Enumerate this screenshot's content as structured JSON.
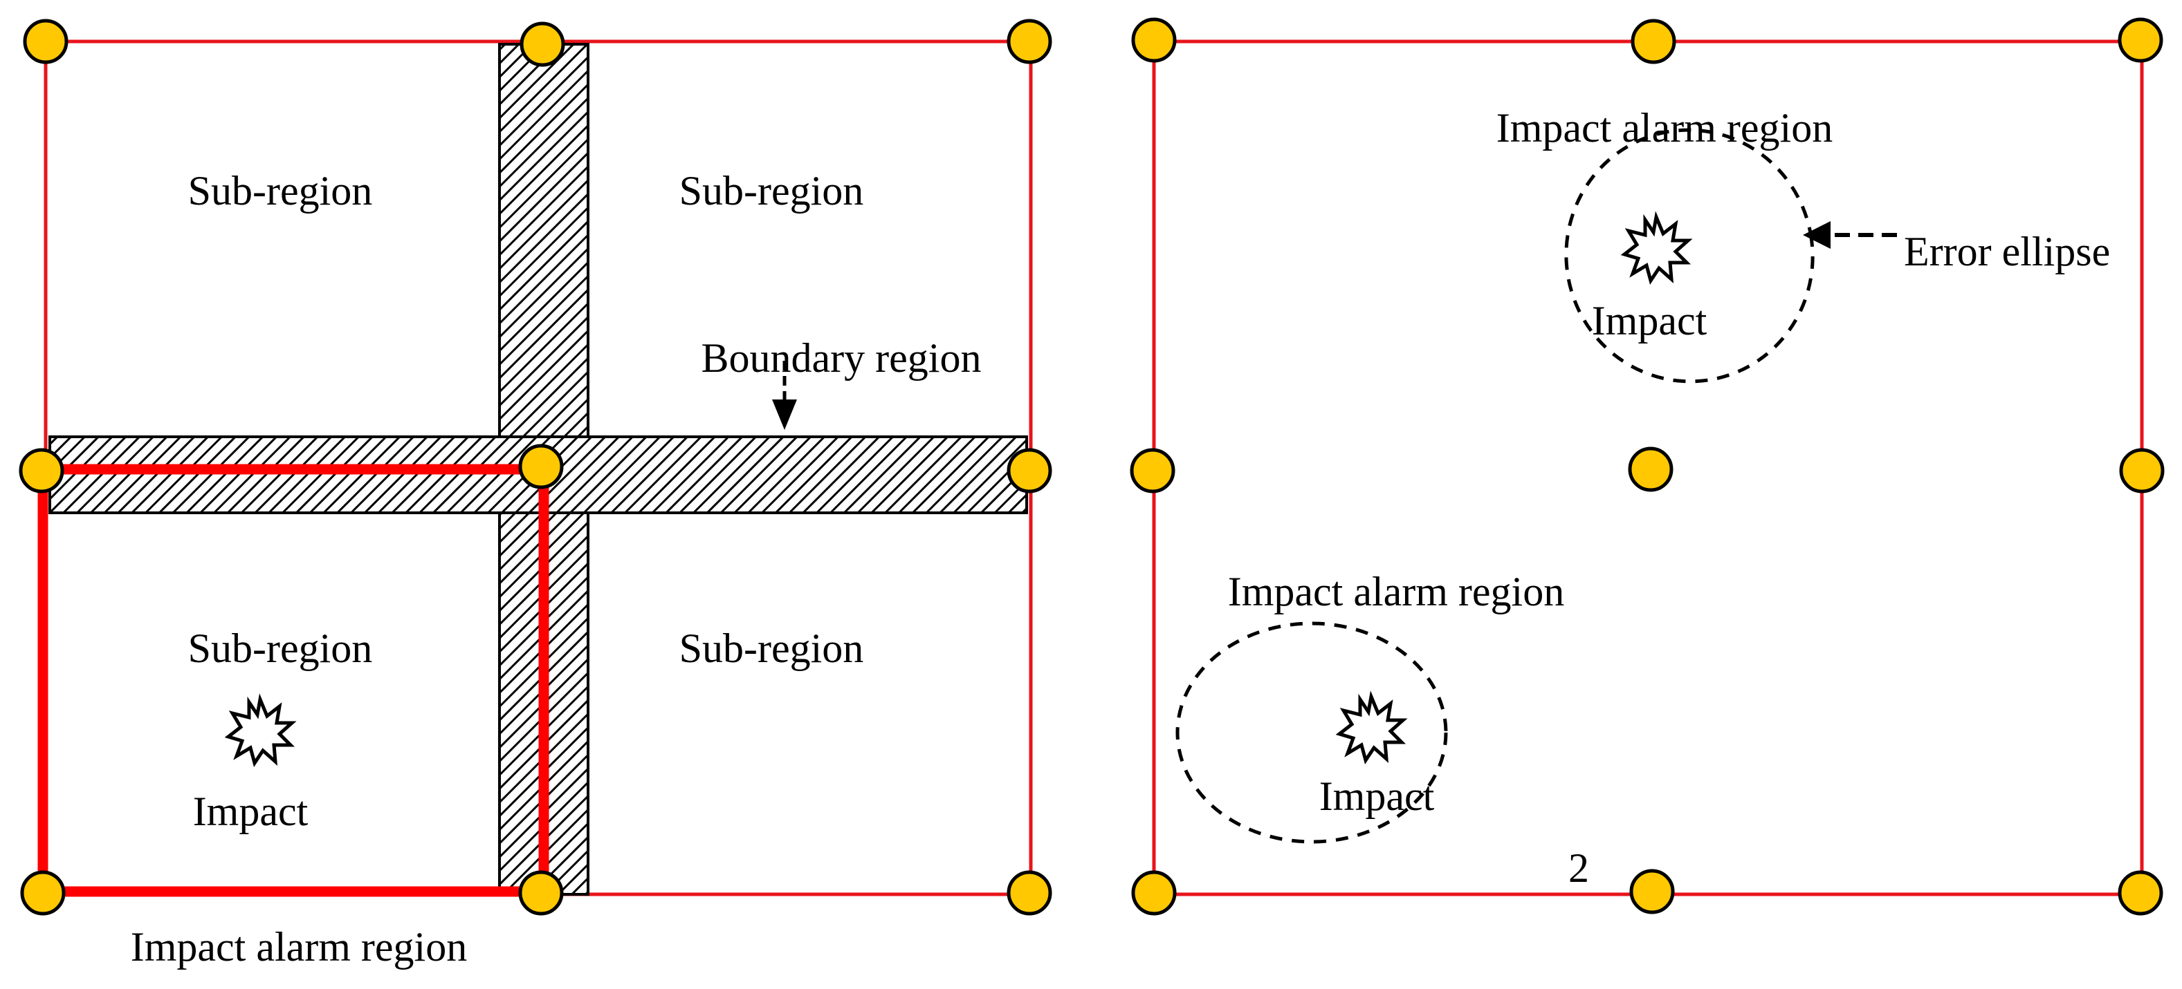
{
  "colors": {
    "sensor_fill": "#ffc800",
    "plate_edge": "#e8141c",
    "alarm_box": "#ff0000",
    "text": "#000000"
  },
  "left_panel": {
    "subregion_labels": [
      "Sub-region",
      "Sub-region",
      "Sub-region",
      "Sub-region"
    ],
    "boundary_label": "Boundary region",
    "impact_label": "Impact",
    "alarm_label": "Impact alarm region"
  },
  "right_panel": {
    "top_alarm_label": "Impact alarm region",
    "top_impact_label": "Impact",
    "error_ellipse_label": "Error ellipse",
    "bottom_alarm_label": "Impact alarm region",
    "bottom_impact_label": "Impact",
    "page_number": "2"
  },
  "icons": {
    "sensor": "sensor-node-icon",
    "impact": "impact-burst-icon",
    "arrow": "arrow-head-icon"
  }
}
